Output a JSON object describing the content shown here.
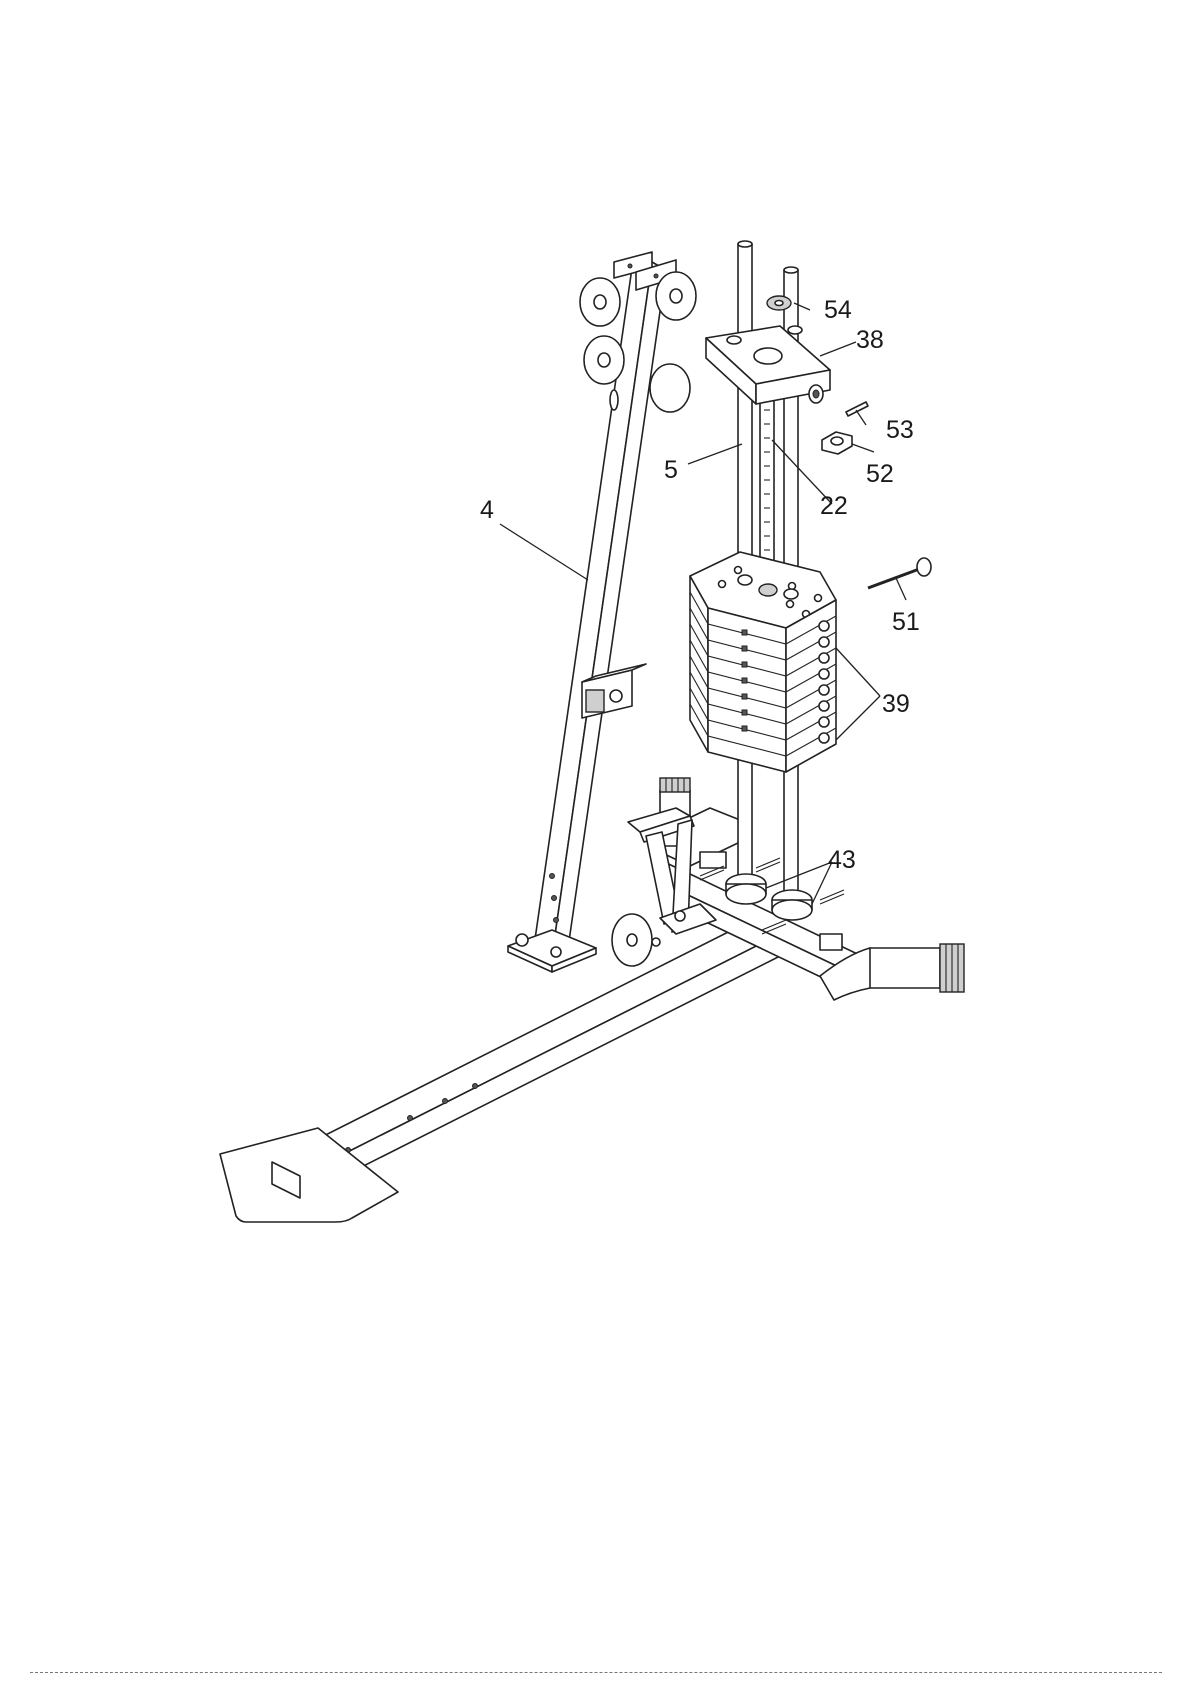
{
  "diagram": {
    "part_labels": [
      "4",
      "5",
      "22",
      "38",
      "39",
      "43",
      "51",
      "52",
      "53",
      "54"
    ]
  },
  "colors": {
    "line": "#222222",
    "background": "#ffffff",
    "shade": "#cfcfcf"
  }
}
